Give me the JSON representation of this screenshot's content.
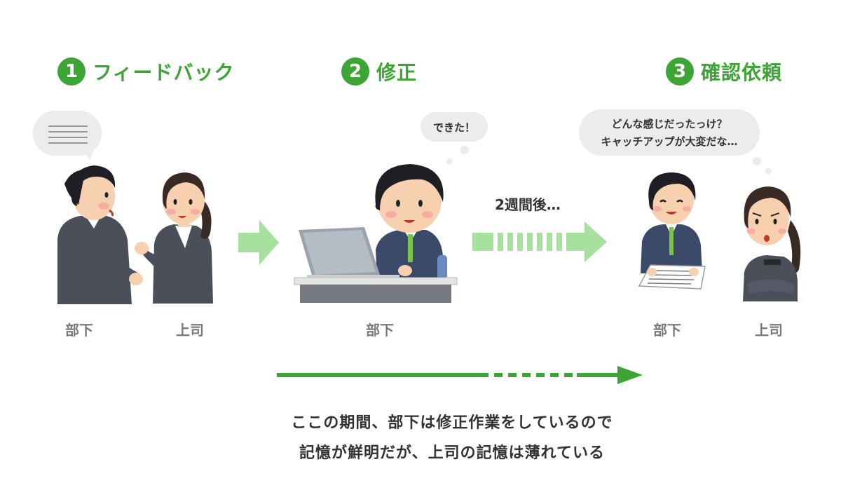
{
  "steps": [
    {
      "number": "1",
      "title": "フィードバック"
    },
    {
      "number": "2",
      "title": "修正"
    },
    {
      "number": "3",
      "title": "確認依頼"
    }
  ],
  "roles": {
    "step1_subordinate": "部下",
    "step1_boss": "上司",
    "step2_subordinate": "部下",
    "step3_subordinate": "部下",
    "step3_boss": "上司"
  },
  "bubbles": {
    "step2": "できた！",
    "step3_line1": "どんな感じだったっけ？",
    "step3_line2": "キャッチアップが大変だな…"
  },
  "time_label": "2週間後…",
  "caption": {
    "line1": "ここの期間、部下は修正作業をしているので",
    "line2": "記憶が鮮明だが、上司の記憶は薄れている"
  },
  "colors": {
    "accent_green": "#3da535",
    "light_green": "#a8e0a0",
    "bubble_gray": "#ececec",
    "label_gray": "#7a7a7a"
  }
}
